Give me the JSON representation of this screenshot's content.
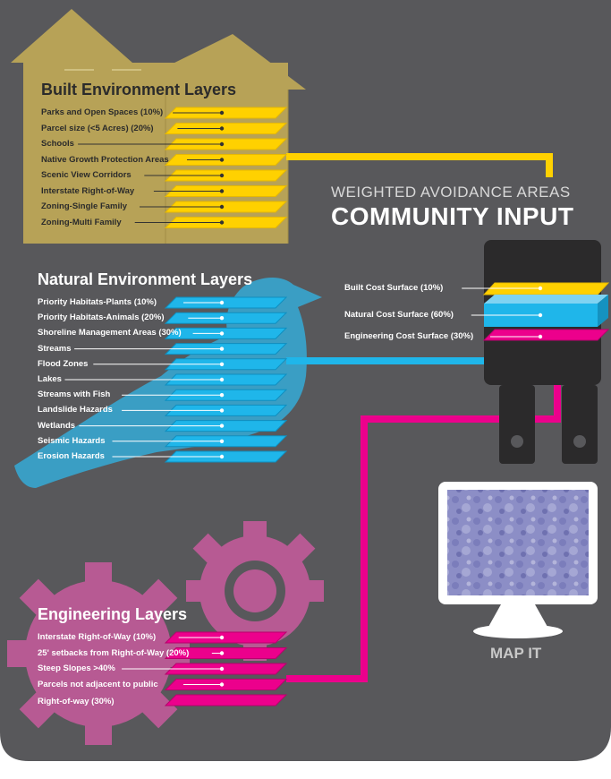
{
  "built": {
    "title": "Built Environment Layers",
    "layers": [
      "Parks and Open Spaces (10%)",
      "Parcel size (<5 Acres) (20%)",
      "Schools",
      "Native Growth Protection Areas",
      "Scenic View Corridors",
      "Interstate Right-of-Way",
      "Zoning-Single Family",
      "Zoning-Multi Family"
    ]
  },
  "natural": {
    "title": "Natural Environment Layers",
    "layers": [
      "Priority Habitats-Plants (10%)",
      "Priority Habitats-Animals (20%)",
      "Shoreline Management Areas (30%)",
      "Streams",
      "Flood Zones",
      "Lakes",
      "Streams with Fish",
      "Landslide Hazards",
      "Wetlands",
      "Seismic Hazards",
      "Erosion Hazards"
    ]
  },
  "engineering": {
    "title": "Engineering Layers",
    "layers": [
      "Interstate Right-of-Way (10%)",
      "25' setbacks from Right-of-Way (20%)",
      "Steep Slopes >40%",
      "Parcels not adjacent to public",
      "Right-of-way (30%)"
    ]
  },
  "combine": {
    "subtitle": "WEIGHTED AVOIDANCE AREAS",
    "title": "COMMUNITY INPUT",
    "surfaces": [
      "Built Cost Surface (10%)",
      "Natural Cost Surface (60%)",
      "Engineering Cost Surface (30%)"
    ]
  },
  "output": {
    "label": "MAP IT"
  },
  "colors": {
    "background": "#58585b",
    "built": "#ffd100",
    "built_house": "#b7a257",
    "natural": "#1fb6ea",
    "natural_bird": "#3a9ec4",
    "engineering": "#ec008c",
    "engineering_gear": "#b75a93",
    "plug": "#2b2a2b"
  },
  "icons": [
    "house-icon",
    "bird-icon",
    "gear-icon",
    "plug-icon",
    "monitor-icon"
  ]
}
